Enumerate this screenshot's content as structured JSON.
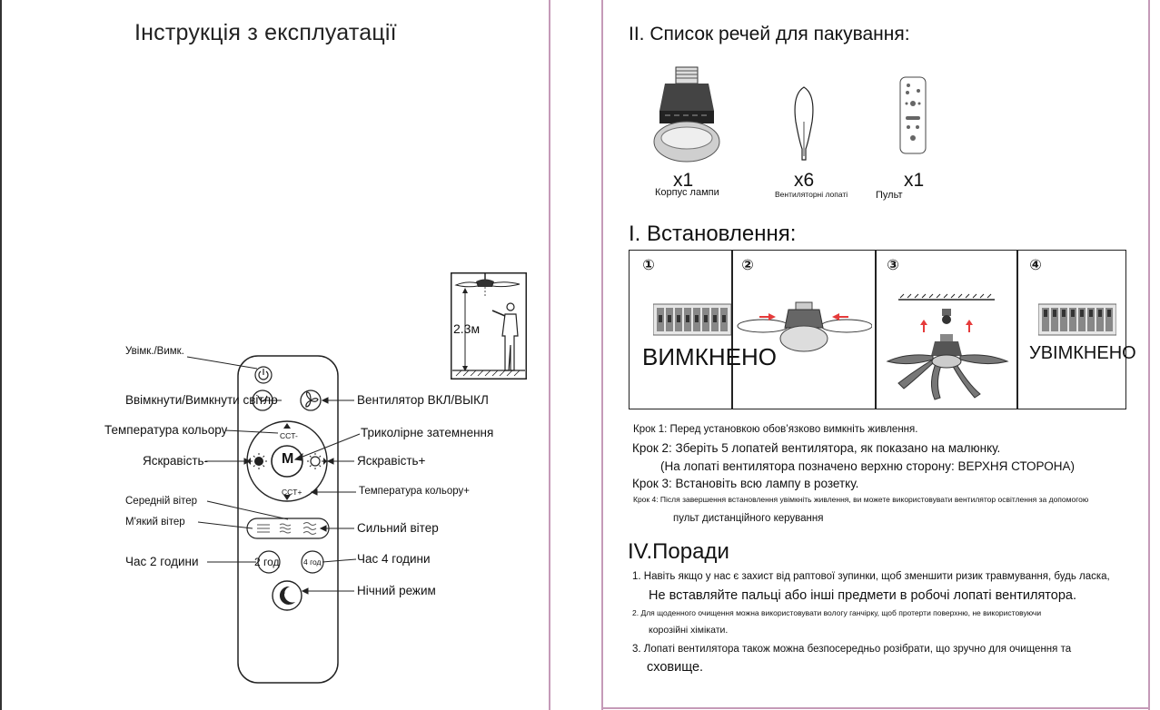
{
  "left_page": {
    "title": "Інструкція з експлуатації",
    "height_label": "2.3м",
    "labels": {
      "power": "Увімк./Вимк.",
      "light_toggle": "Ввімкнути/Вимкнути світло",
      "fan_toggle": "Вентилятор ВКЛ/ВЫКЛ",
      "color_temp_minus": "Температура кольору",
      "tricolor_dimming": "Триколірне затемнення",
      "brightness_minus": "Яскравість-",
      "brightness_plus": "Яскравість+",
      "color_temp_plus": "Температура кольору+",
      "medium_wind": "Середній вітер",
      "soft_wind": "М'який вітер",
      "strong_wind": "Сильний вітер",
      "timer_2h": "Час 2 години",
      "timer_4h": "Час 4 години",
      "night_mode": "Нічний режим"
    },
    "remote": {
      "cct_minus": "CCT-",
      "cct_plus": "CCT+",
      "mode_key": "M",
      "timer_2h_key": "2 год",
      "timer_4h_key": "4 год"
    }
  },
  "right_page": {
    "packing_title": "II. Список речей для пакування:",
    "items": [
      {
        "count": "x1",
        "label": "Корпус лампи",
        "icon": "lamp-body-icon"
      },
      {
        "count": "x6",
        "label": "Вентиляторні лопаті",
        "icon": "fan-blade-icon"
      },
      {
        "count": "x1",
        "label": "Пульт",
        "icon": "remote-icon"
      }
    ],
    "install_title": "I. Встановлення:",
    "step_numbers": [
      "①",
      "②",
      "③",
      "④"
    ],
    "panel_words": {
      "off": "ВИМКНЕНО",
      "on": "УВІМКНЕНО"
    },
    "steps": [
      "Крок 1: Перед установкою обов’язково вимкніть живлення.",
      "Крок 2: Зберіть 5 лопатей вентилятора, як показано на малюнку.",
      "(На лопаті вентилятора позначено верхню сторону: ВЕРХНЯ СТОРОНА)",
      "Крок 3: Встановіть всю лампу в розетку.",
      "Крок 4: Після завершення встановлення увімкніть живлення, ви можете використовувати вентилятор освітлення за допомогою",
      "пульт дистанційного керування"
    ],
    "tips_title": "IV.Поради",
    "tips": [
      "1. Навіть якщо у нас є захист від раптової зупинки, щоб зменшити ризик травмування, будь ласка,",
      "Не вставляйте пальці або інші предмети в робочі лопаті вентилятора.",
      "2. Для щоденного очищення можна використовувати вологу ганчірку, щоб протерти поверхню, не використовуючи",
      "корозійні хімікати.",
      "3. Лопаті вентилятора також можна безпосередньо розібрати, що зручно для очищення та",
      "сховище."
    ]
  }
}
